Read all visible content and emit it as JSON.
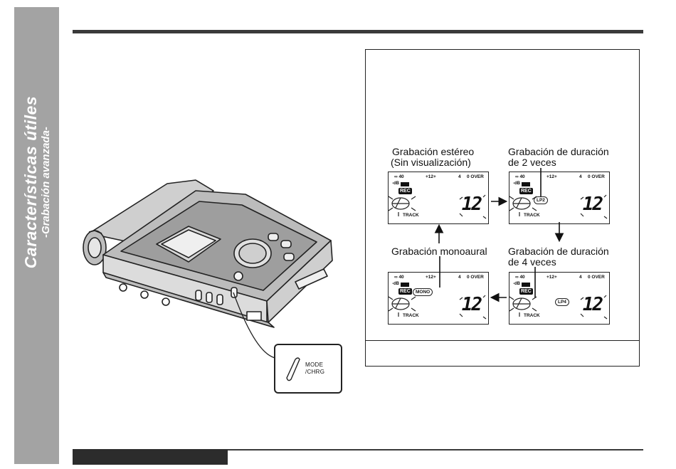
{
  "side_tab": {
    "title": "Características útiles",
    "subtitle": "-Grabación avanzada-"
  },
  "mode_button": {
    "line1": "MODE",
    "line2": "/CHRG"
  },
  "diagram": {
    "captions": {
      "stereo_line1": "Grabación estéreo",
      "stereo_line2": "(Sin visualización)",
      "lp2_line1": "Grabación de duración",
      "lp2_line2": "de 2 veces",
      "mono": "Grabación monoaural",
      "lp4_line1": "Grabación de duración",
      "lp4_line2": "de 4 veces"
    },
    "lcd": {
      "level_left": "∞ 40",
      "level_mid": "+12+",
      "level_4": "4",
      "over": "0 OVER",
      "db": "-dB",
      "rec": "REC",
      "track": "TRACK",
      "track_number": "12",
      "lp2": "LP2",
      "lp4": "LP4",
      "mono": "MONO"
    }
  }
}
